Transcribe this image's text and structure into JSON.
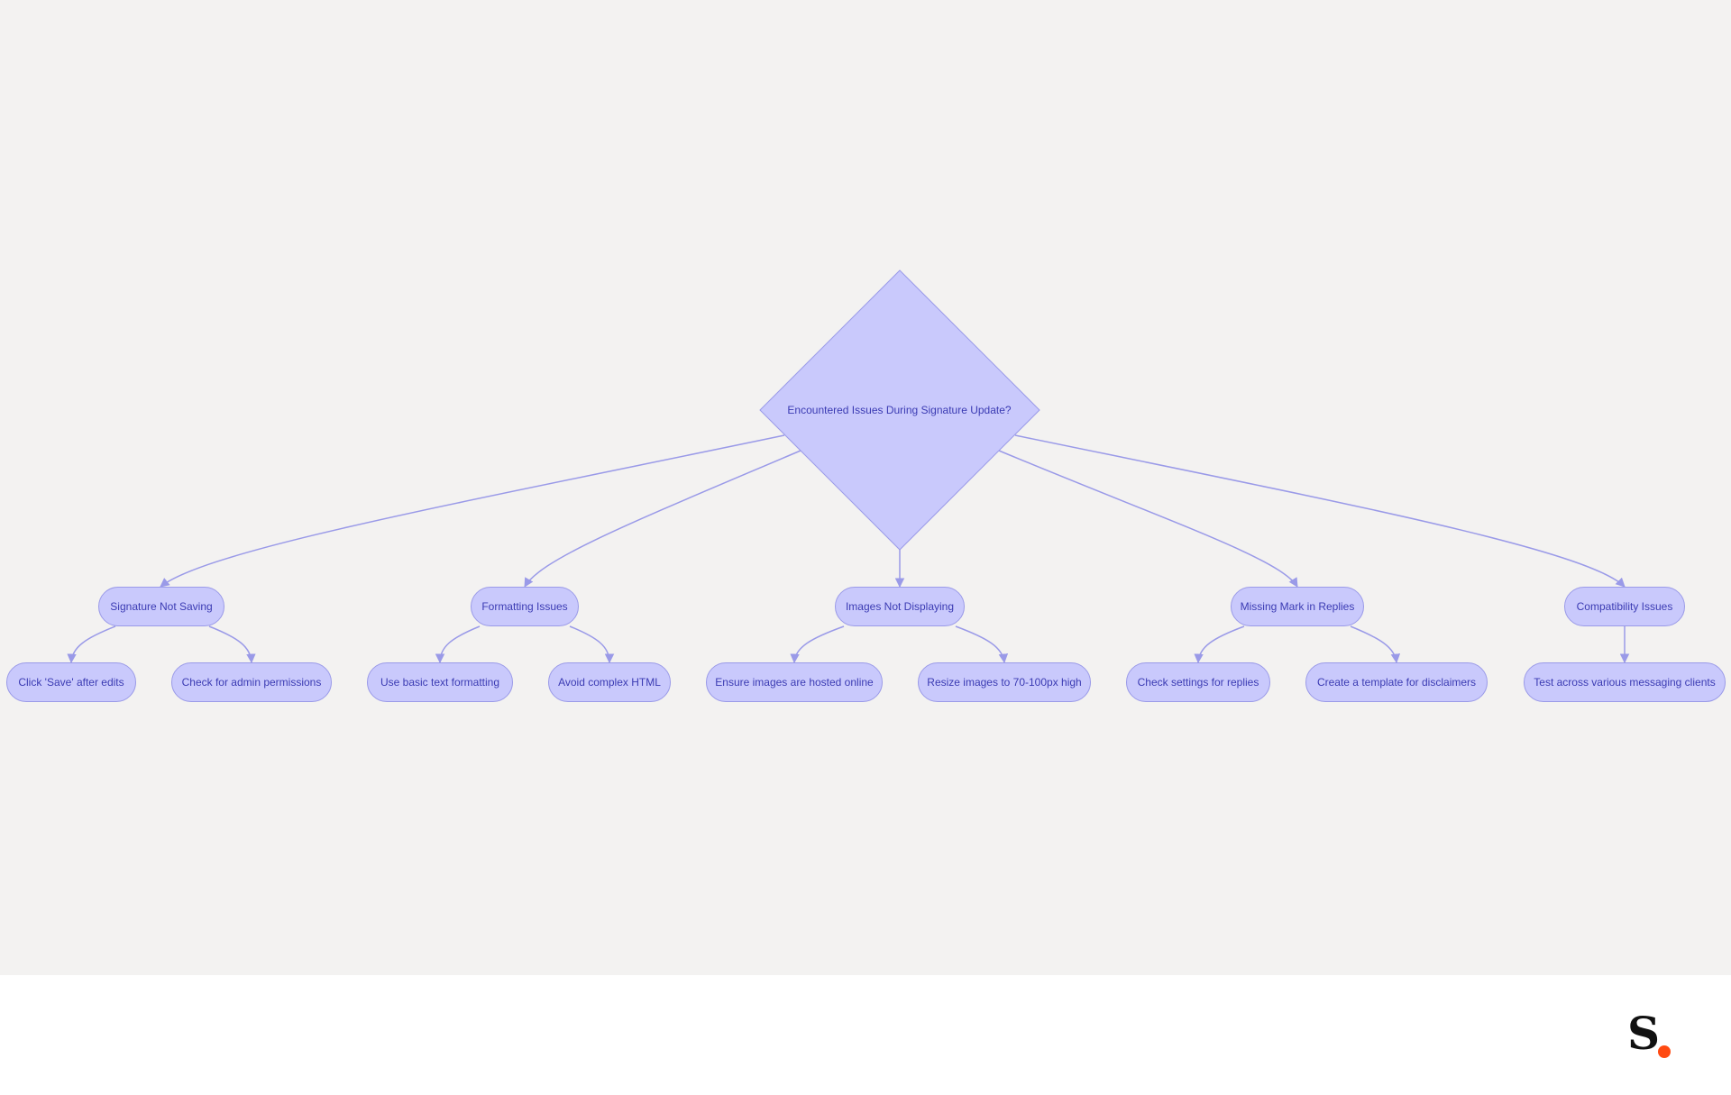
{
  "diagram": {
    "root": {
      "label": "Encountered Issues During Signature Update?"
    },
    "categories": [
      {
        "label": "Signature Not Saving",
        "children": [
          "Click 'Save' after edits",
          "Check for admin permissions"
        ]
      },
      {
        "label": "Formatting Issues",
        "children": [
          "Use basic text formatting",
          "Avoid complex HTML"
        ]
      },
      {
        "label": "Images Not Displaying",
        "children": [
          "Ensure images are hosted online",
          "Resize images to 70-100px high"
        ]
      },
      {
        "label": "Missing Mark in Replies",
        "children": [
          "Check settings for replies",
          "Create a template for disclaimers"
        ]
      },
      {
        "label": "Compatibility Issues",
        "children": [
          "Test across various messaging clients"
        ]
      }
    ]
  },
  "colors": {
    "background": "#f3f2f1",
    "node_fill": "#c9c9fc",
    "node_stroke": "#9a9ae8",
    "node_text": "#3b3bb3",
    "edge": "#9a9ae8",
    "footer": "#ffffff",
    "logo_letter": "#111111",
    "logo_dot": "#ff4a12"
  },
  "logo": {
    "text": "S"
  }
}
